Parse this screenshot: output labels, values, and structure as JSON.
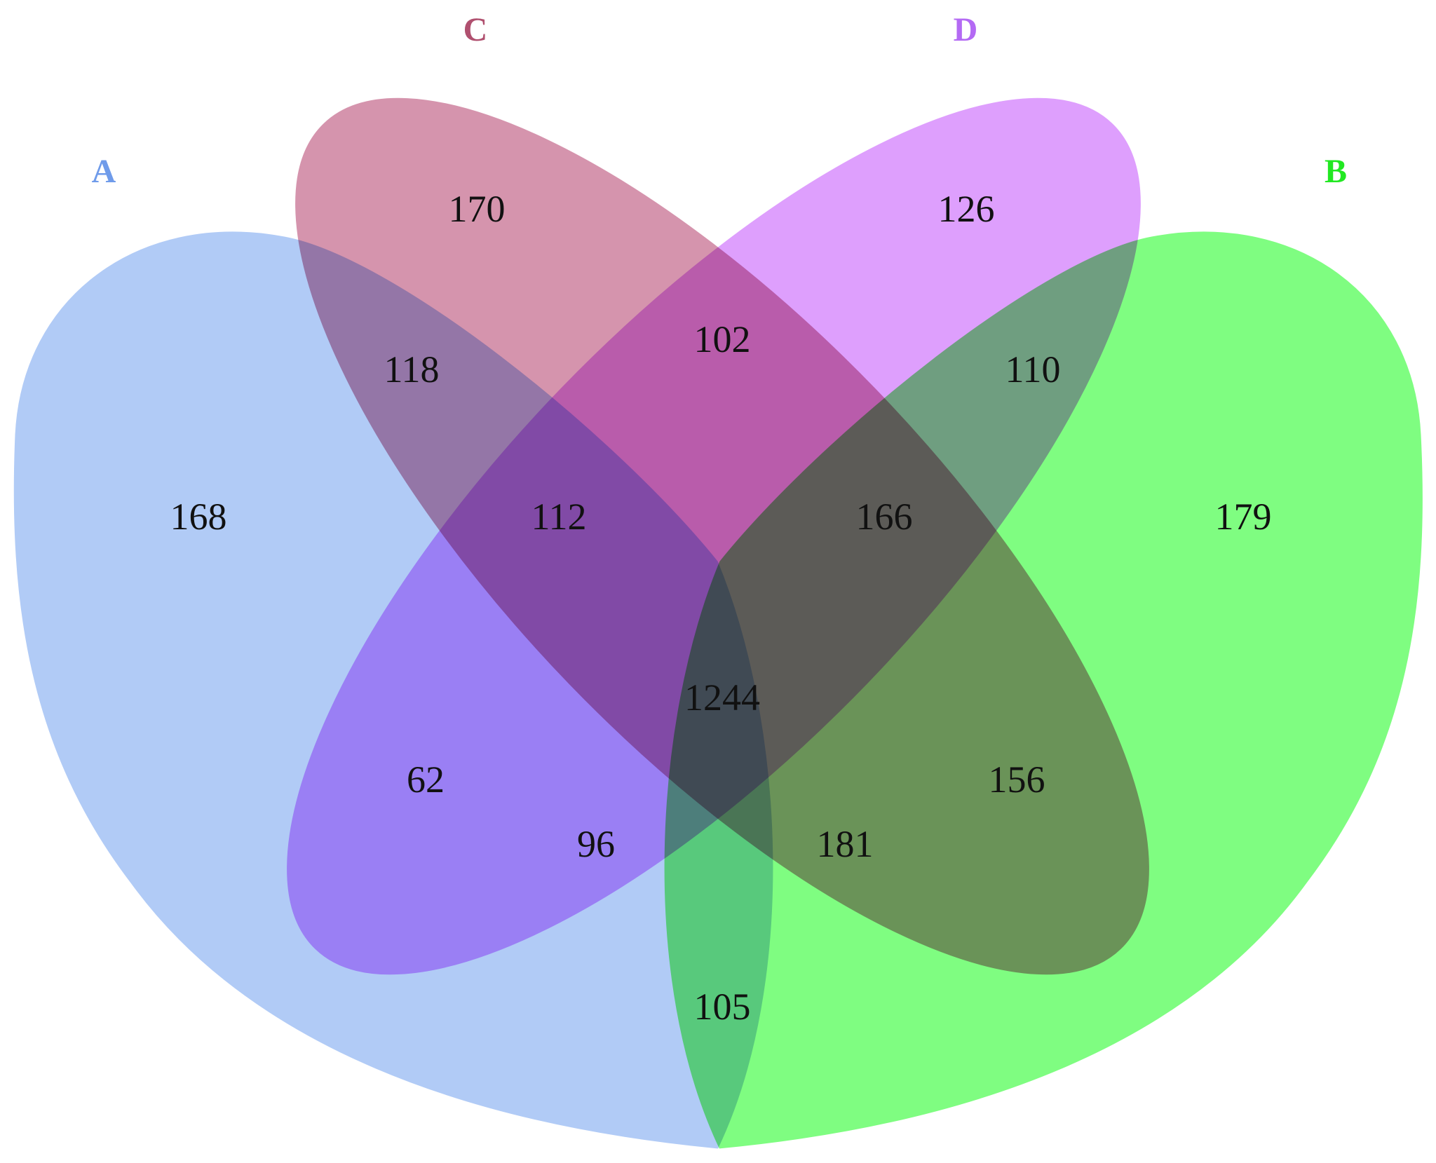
{
  "sets": [
    {
      "id": "A",
      "label": "A",
      "color": "#6f9bea",
      "fill": "#b1cbf6",
      "shape": "outer-left"
    },
    {
      "id": "C",
      "label": "C",
      "color": "#b0506f",
      "fill": "#d594ad",
      "shape": "ellipse-left"
    },
    {
      "id": "D",
      "label": "D",
      "color": "#b46af4",
      "fill": "#de9ffd",
      "shape": "ellipse-right"
    },
    {
      "id": "B",
      "label": "B",
      "color": "#22e822",
      "fill": "#7ffd81",
      "shape": "outer-right"
    }
  ],
  "regions": [
    {
      "sets": [
        "A"
      ],
      "count": "168"
    },
    {
      "sets": [
        "C"
      ],
      "count": "170"
    },
    {
      "sets": [
        "D"
      ],
      "count": "126"
    },
    {
      "sets": [
        "B"
      ],
      "count": "179"
    },
    {
      "sets": [
        "A",
        "C"
      ],
      "count": "118"
    },
    {
      "sets": [
        "C",
        "D"
      ],
      "count": "102"
    },
    {
      "sets": [
        "B",
        "D"
      ],
      "count": "110"
    },
    {
      "sets": [
        "A",
        "C",
        "D"
      ],
      "count": "112"
    },
    {
      "sets": [
        "B",
        "C",
        "D"
      ],
      "count": "166"
    },
    {
      "sets": [
        "A",
        "D"
      ],
      "count": "62"
    },
    {
      "sets": [
        "B",
        "C"
      ],
      "count": "156"
    },
    {
      "sets": [
        "A",
        "B",
        "C",
        "D"
      ],
      "count": "1244"
    },
    {
      "sets": [
        "A",
        "B",
        "D"
      ],
      "count": "96"
    },
    {
      "sets": [
        "A",
        "B",
        "C"
      ],
      "count": "181"
    },
    {
      "sets": [
        "A",
        "B"
      ],
      "count": "105"
    }
  ]
}
